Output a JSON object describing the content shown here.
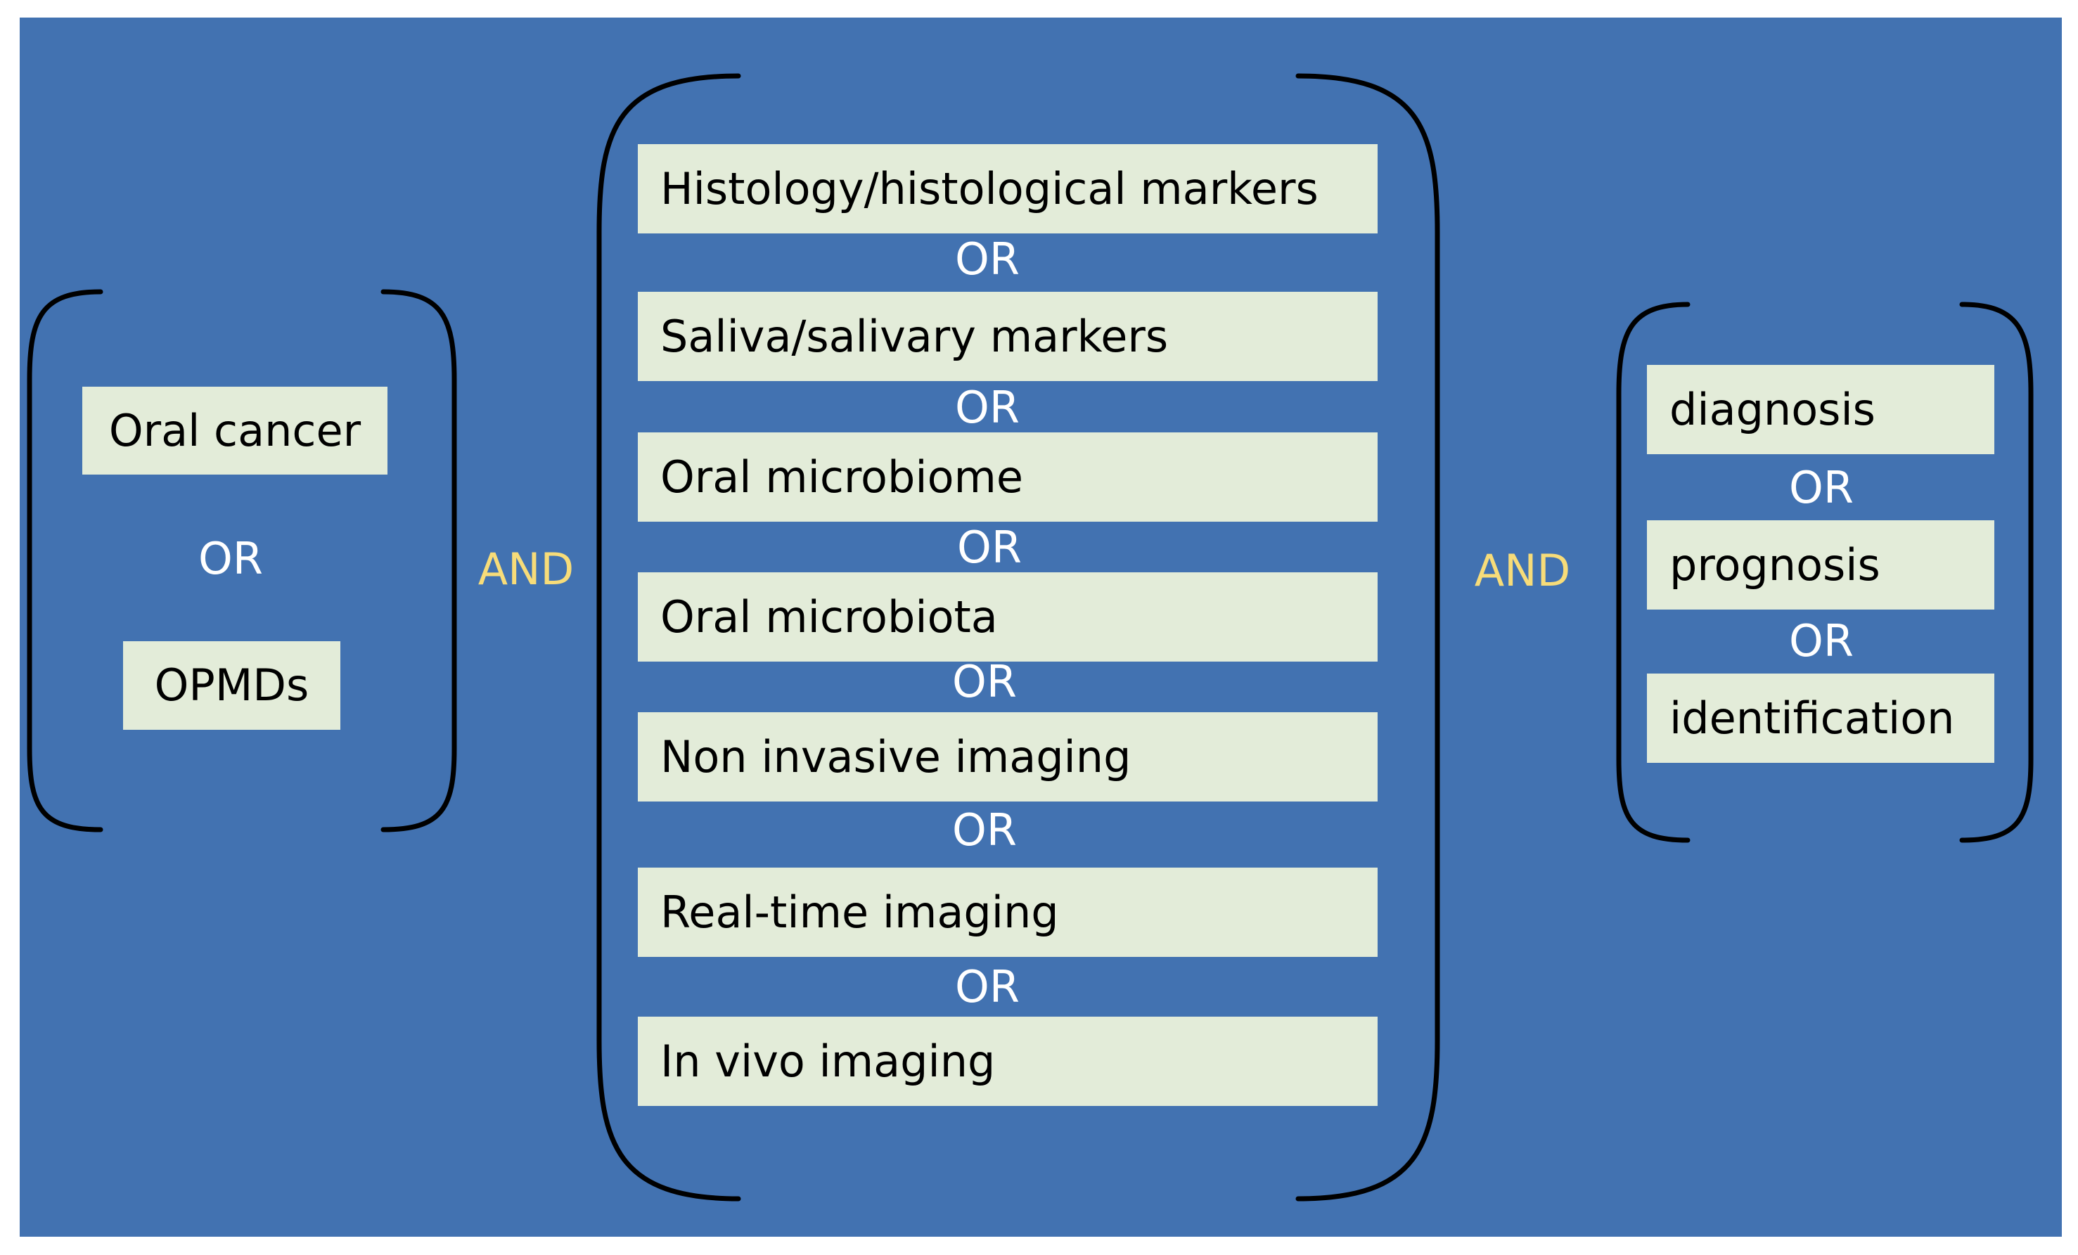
{
  "colors": {
    "panel_background": "#4272b1",
    "term_box": "#e3ecd9",
    "or_text": "#ffffff",
    "and_text": "#f7dc79",
    "bracket": "#000000"
  },
  "groups": {
    "population": {
      "terms": [
        "Oral cancer",
        "OPMDs"
      ],
      "operator": "OR"
    },
    "methods": {
      "terms": [
        "Histology/histological markers",
        "Saliva/salivary markers",
        "Oral microbiome",
        "Oral microbiota",
        "Non invasive imaging",
        "Real-time imaging",
        "In vivo imaging"
      ],
      "operator": "OR"
    },
    "outcomes": {
      "terms": [
        "diagnosis",
        "prognosis",
        "identification"
      ],
      "operator": "OR"
    }
  },
  "joins": [
    "AND",
    "AND"
  ]
}
